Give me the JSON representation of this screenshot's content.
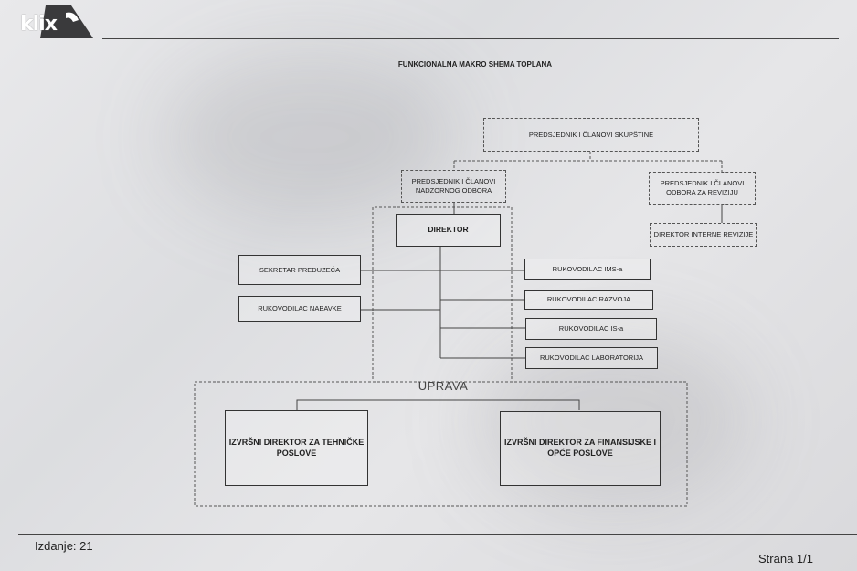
{
  "header": {
    "logo_text": "klix"
  },
  "title": "FUNKCIONALNA MAKRO SHEMA TOPLANA",
  "nodes": {
    "skupstina": "PREDSJEDNIK I ČLANOVI SKUPŠTINE",
    "nadzorni_odbor": "PREDSJEDNIK I ČLANOVI NADZORNOG ODBORA",
    "odbor_revizija": "PREDSJEDNIK I ČLANOVI ODBORA ZA REVIZIJU",
    "interna_revizija": "DIREKTOR INTERNE REVIZIJE",
    "direktor": "DIREKTOR",
    "sekretar": "SEKRETAR PREDUZEĆA",
    "nabavka": "RUKOVODILAC NABAVKE",
    "ims": "RUKOVODILAC IMS-a",
    "razvoj": "RUKOVODILAC RAZVOJA",
    "is": "RUKOVODILAC IS-a",
    "laboratorij": "RUKOVODILAC LABORATORIJA",
    "uprava_label": "UPRAVA",
    "tehnicki": "IZVRŠNI DIREKTOR ZA TEHNIČKE POSLOVE",
    "finansijski": "IZVRŠNI DIREKTOR ZA FINANSIJSKE I OPĆE POSLOVE"
  },
  "footer": {
    "izdanje": "Izdanje: 21",
    "strana": "Strana 1/1"
  }
}
